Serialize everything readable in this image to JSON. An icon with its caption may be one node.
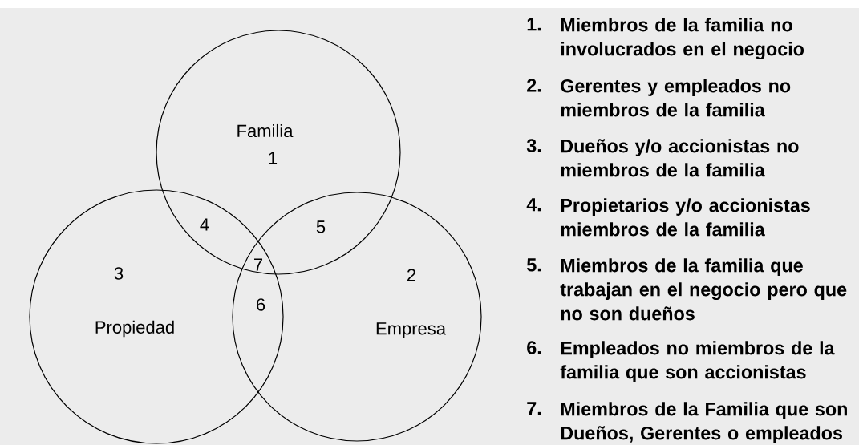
{
  "diagram": {
    "nodes": [
      {
        "text": [
          "Familia"
        ]
      },
      {
        "text": [
          "Propiedad"
        ]
      },
      {
        "text": [
          "Empresa"
        ]
      }
    ],
    "labels": [
      "1",
      "4",
      "5",
      "7",
      "3",
      "2",
      "6",
      "1.",
      "Miembros de la familia no involucrados en el negocio",
      "2.",
      "Gerentes y empleados no miembros de la familia",
      "3.",
      "Dueños y/o accionistas no miembros de la familia",
      "4.",
      "Propietarios y/o accionistas miembros de la familia",
      "5.",
      "Miembros de la familia que trabajan en el negocio pero que no son dueños",
      "6.",
      "Empleados no miembros de la familia que son accionistas",
      "7.",
      "Miembros de la Familia que son Dueños, Gerentes o empleados"
    ]
  }
}
